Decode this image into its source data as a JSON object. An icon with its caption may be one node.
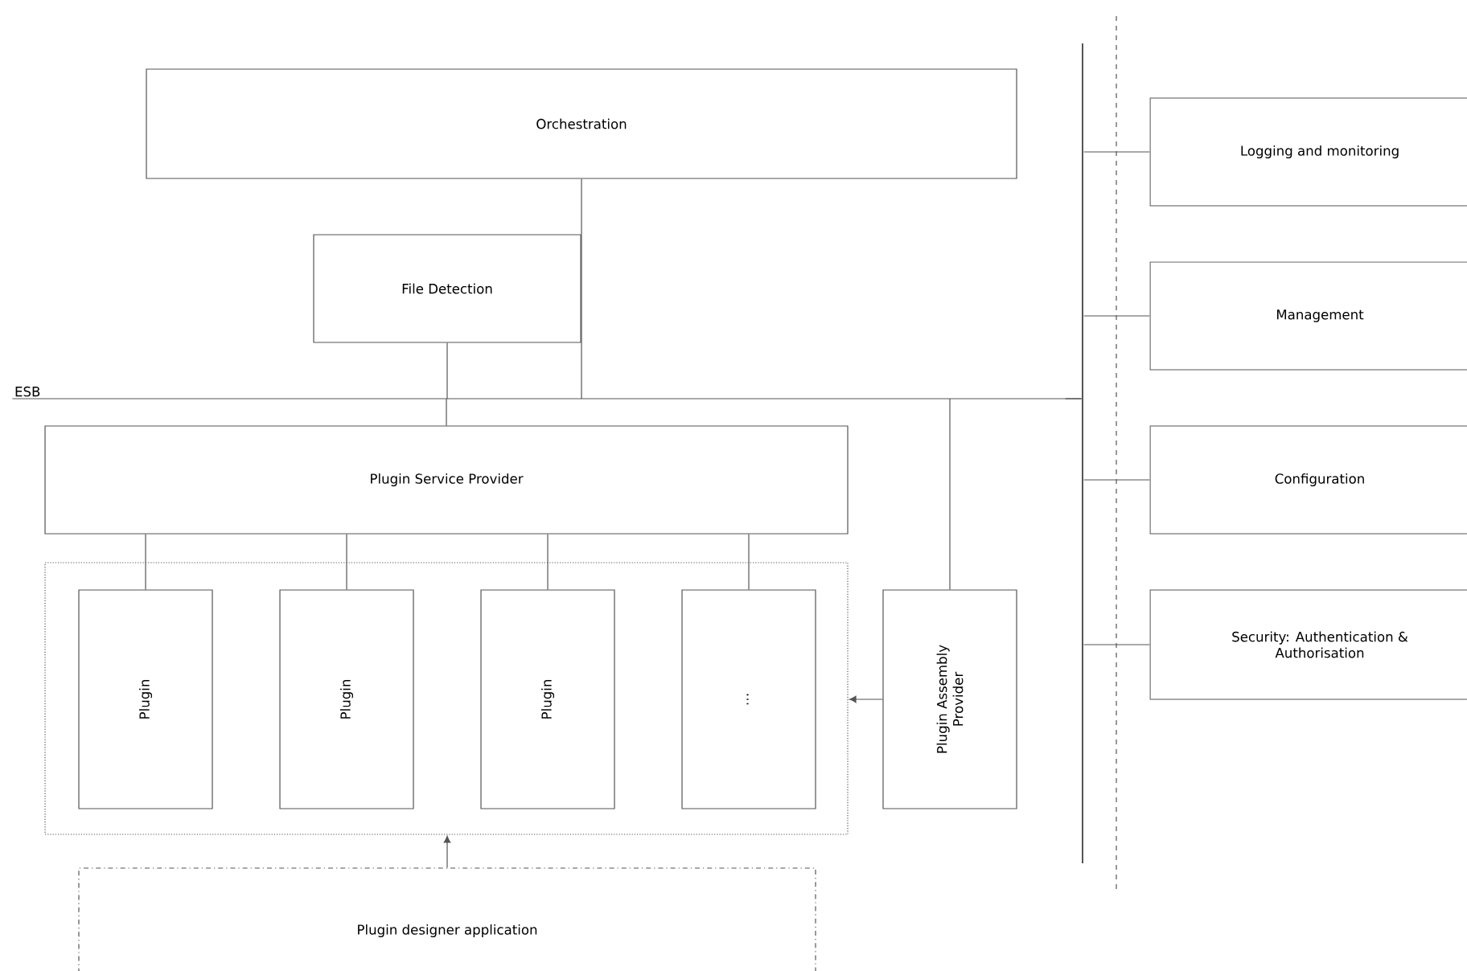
{
  "diagram": {
    "nodes": [
      {
        "text": [
          "Orchestration"
        ]
      },
      {
        "text": [
          "File Detection"
        ]
      },
      {
        "text": [
          "ESB"
        ]
      },
      {
        "text": [
          "Plugin Service Provider"
        ]
      },
      {
        "text": [],
        "shape": "box"
      },
      {
        "text": [
          "Plugin"
        ],
        "in": 4
      },
      {
        "text": [
          "Plugin"
        ],
        "in": 4
      },
      {
        "text": [
          "Plugin"
        ],
        "in": 4
      },
      {
        "text": [
          "…"
        ],
        "in": 4
      },
      {
        "text": [
          "Plugin Assembly Provider"
        ]
      },
      {
        "text": [
          "Plugin designer application"
        ]
      },
      {
        "text": [],
        "shape": "bar"
      },
      {
        "text": [
          "Logging and monitoring"
        ]
      },
      {
        "text": [
          "Management"
        ]
      },
      {
        "text": [
          "Configuration"
        ]
      },
      {
        "text": [
          "Security: Authentication & Authorisation"
        ]
      }
    ],
    "edges": [
      {
        "from": 0,
        "to": 2,
        "arrow": "none"
      },
      {
        "from": 1,
        "to": 2,
        "arrow": "none"
      },
      {
        "from": 3,
        "to": 2,
        "arrow": "none"
      },
      {
        "from": 9,
        "to": 2,
        "arrow": "none"
      },
      {
        "from": 2,
        "to": 11,
        "arrow": "none"
      },
      {
        "from": 11,
        "to": 12,
        "arrow": "none"
      },
      {
        "from": 11,
        "to": 13,
        "arrow": "none"
      },
      {
        "from": 11,
        "to": 14,
        "arrow": "none"
      },
      {
        "from": 11,
        "to": 15,
        "arrow": "none"
      },
      {
        "from": 3,
        "to": 5,
        "arrow": "none"
      },
      {
        "from": 3,
        "to": 6,
        "arrow": "none"
      },
      {
        "from": 3,
        "to": 7,
        "arrow": "none"
      },
      {
        "from": 3,
        "to": 8,
        "arrow": "none"
      },
      {
        "from": 9,
        "to": 4,
        "arrow": "to"
      },
      {
        "from": 10,
        "to": 4,
        "arrow": "to"
      }
    ]
  }
}
